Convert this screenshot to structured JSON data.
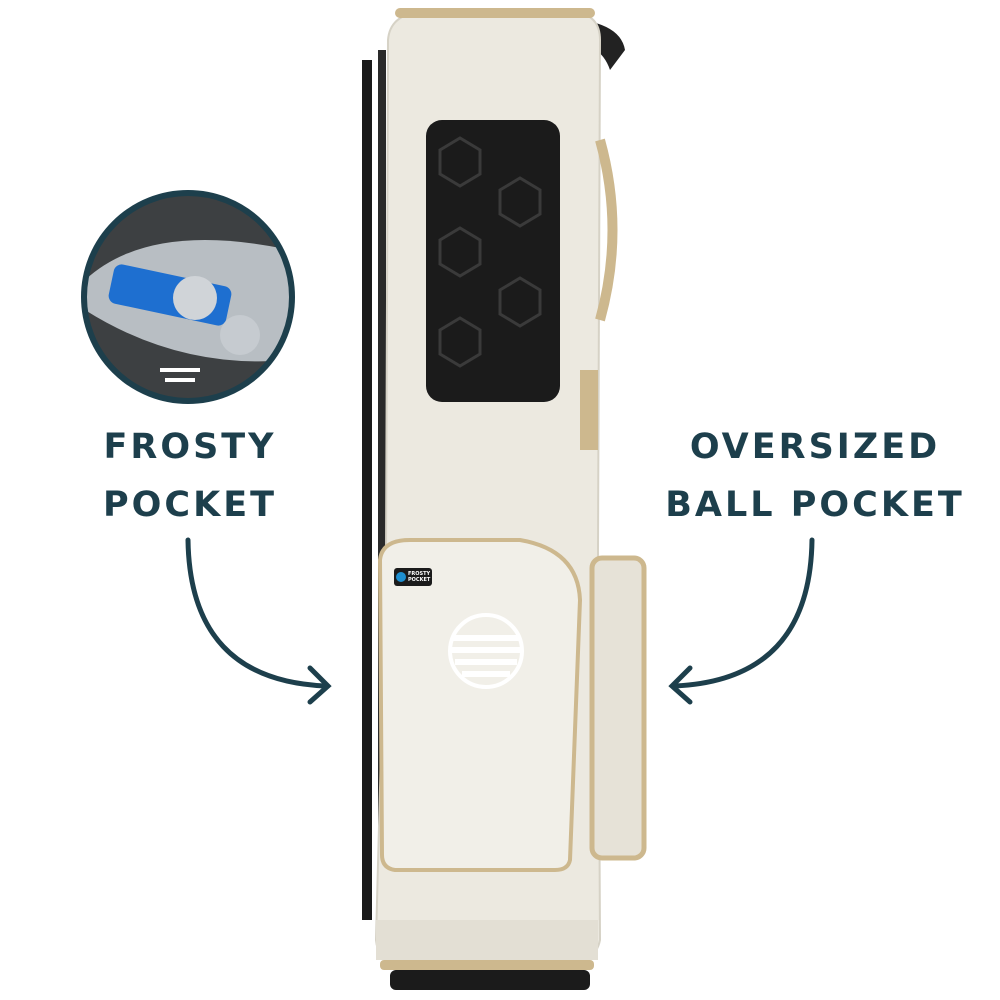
{
  "callouts": {
    "left": {
      "line1": "FROSTY",
      "line2": "POCKET"
    },
    "right": {
      "line1": "OVERSIZED",
      "line2": "BALL POCKET"
    }
  },
  "bag_tag": {
    "line1": "FROSTY",
    "line2": "POCKET"
  },
  "colors": {
    "text": "#1d3f4c",
    "bag": "#ece9e0",
    "trim": "#cdb88e",
    "panel": "#1b1b1b",
    "ice": "#1e8fd0"
  }
}
